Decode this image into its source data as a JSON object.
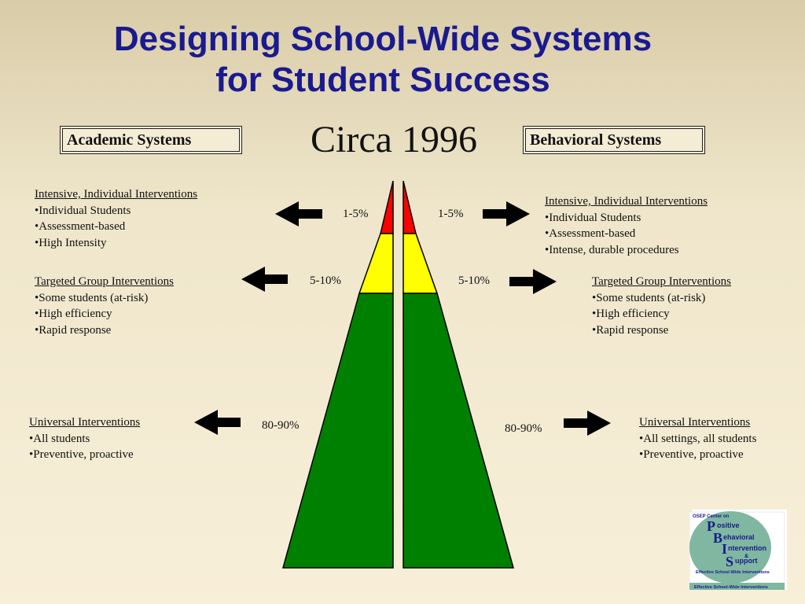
{
  "title": {
    "line1": "Designing School-Wide Systems",
    "line2": "for Student Success"
  },
  "circa": "Circa 1996",
  "academic": {
    "box_label": "Academic Systems",
    "intensive": {
      "heading": "Intensive, Individual Interventions",
      "items": [
        "•Individual Students",
        "•Assessment-based",
        "•High Intensity"
      ]
    },
    "targeted": {
      "heading": "Targeted Group Interventions",
      "items": [
        "•Some students (at-risk)",
        "•High efficiency",
        "•Rapid response"
      ]
    },
    "universal": {
      "heading": "Universal Interventions",
      "items": [
        "•All students",
        "•Preventive,  proactive"
      ]
    },
    "pct": {
      "top": "1-5%",
      "mid": "5-10%",
      "base": "80-90%"
    }
  },
  "behavioral": {
    "box_label": "Behavioral Systems",
    "intensive": {
      "heading": "Intensive, Individual Interventions",
      "items": [
        "•Individual Students",
        "•Assessment-based",
        "•Intense, durable procedures"
      ]
    },
    "targeted": {
      "heading": "Targeted Group Interventions",
      "items": [
        "•Some students (at-risk)",
        "•High efficiency",
        "•Rapid response"
      ]
    },
    "universal": {
      "heading": "Universal Interventions",
      "items": [
        "•All settings, all students",
        "•Preventive,  proactive"
      ]
    },
    "pct": {
      "top": "1-5%",
      "mid": "5-10%",
      "base": "80-90%"
    }
  },
  "logo": {
    "header": "OSEP Center on",
    "letters": [
      "P",
      "B",
      "I",
      "S"
    ],
    "words": [
      "ositive",
      "ehavioral",
      "ntervention",
      "upport"
    ],
    "amp": "&",
    "tagline": "Effective School-Wide Interventions"
  },
  "colors": {
    "title": "#1a1a8f",
    "tier_top": "#ff0000",
    "tier_mid": "#ffff00",
    "tier_base": "#008000",
    "logo_circle": "#7fb7a0"
  }
}
